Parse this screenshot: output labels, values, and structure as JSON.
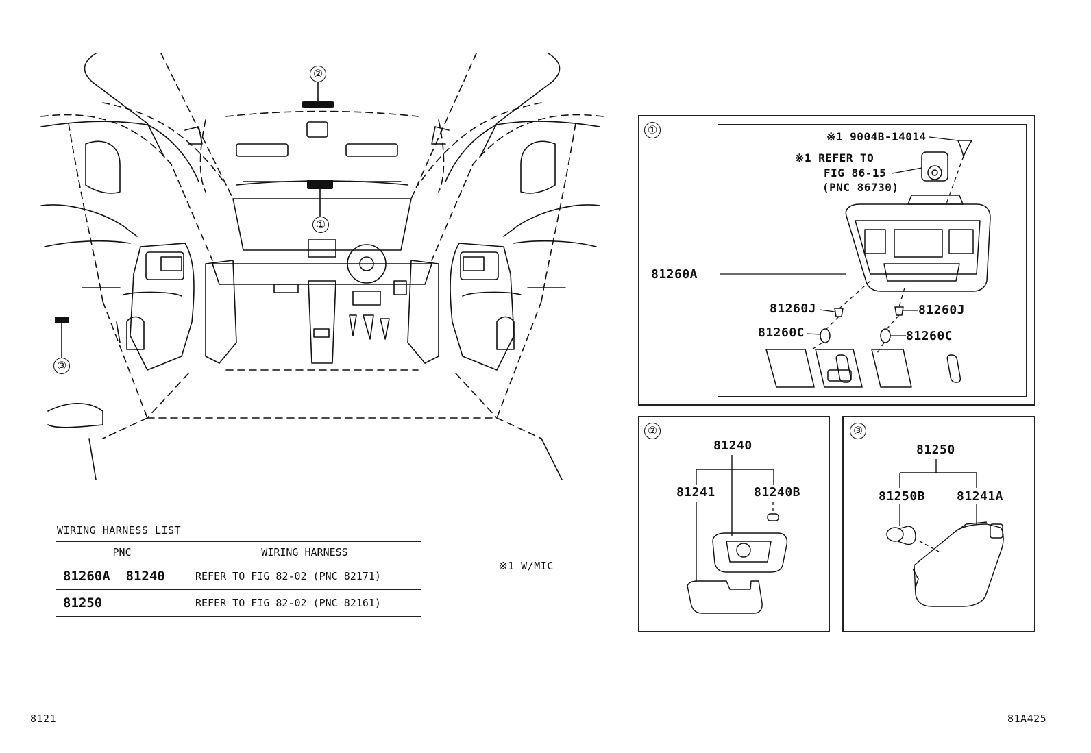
{
  "callouts": {
    "one": "①",
    "two": "②",
    "three": "③"
  },
  "panel1": {
    "clip_note": "※1 9004B-14014",
    "refer_note_line1": "※1 REFER TO",
    "refer_note_line2": "FIG 86-15",
    "refer_note_line3": "(PNC 86730)",
    "lamp_assy": "81260A",
    "socket_left": "81260J",
    "socket_right": "81260J",
    "bulb_left": "81260C",
    "bulb_right": "81260C"
  },
  "panel2": {
    "assy": "81240",
    "lens": "81241",
    "bulb": "81240B"
  },
  "panel3": {
    "assy": "81250",
    "bulb": "81250B",
    "lens": "81241A"
  },
  "harness": {
    "title": "WIRING HARNESS LIST",
    "col_pnc": "PNC",
    "col_harness": "WIRING HARNESS",
    "rows": [
      {
        "pnc": "81260A  81240",
        "ref": "REFER TO FIG 82-02 (PNC 82171)"
      },
      {
        "pnc": "81250",
        "ref": "REFER TO FIG 82-02 (PNC 82161)"
      }
    ]
  },
  "footnote": "※1 W/MIC",
  "page_code_left": "8121",
  "page_code_right": "81A425"
}
